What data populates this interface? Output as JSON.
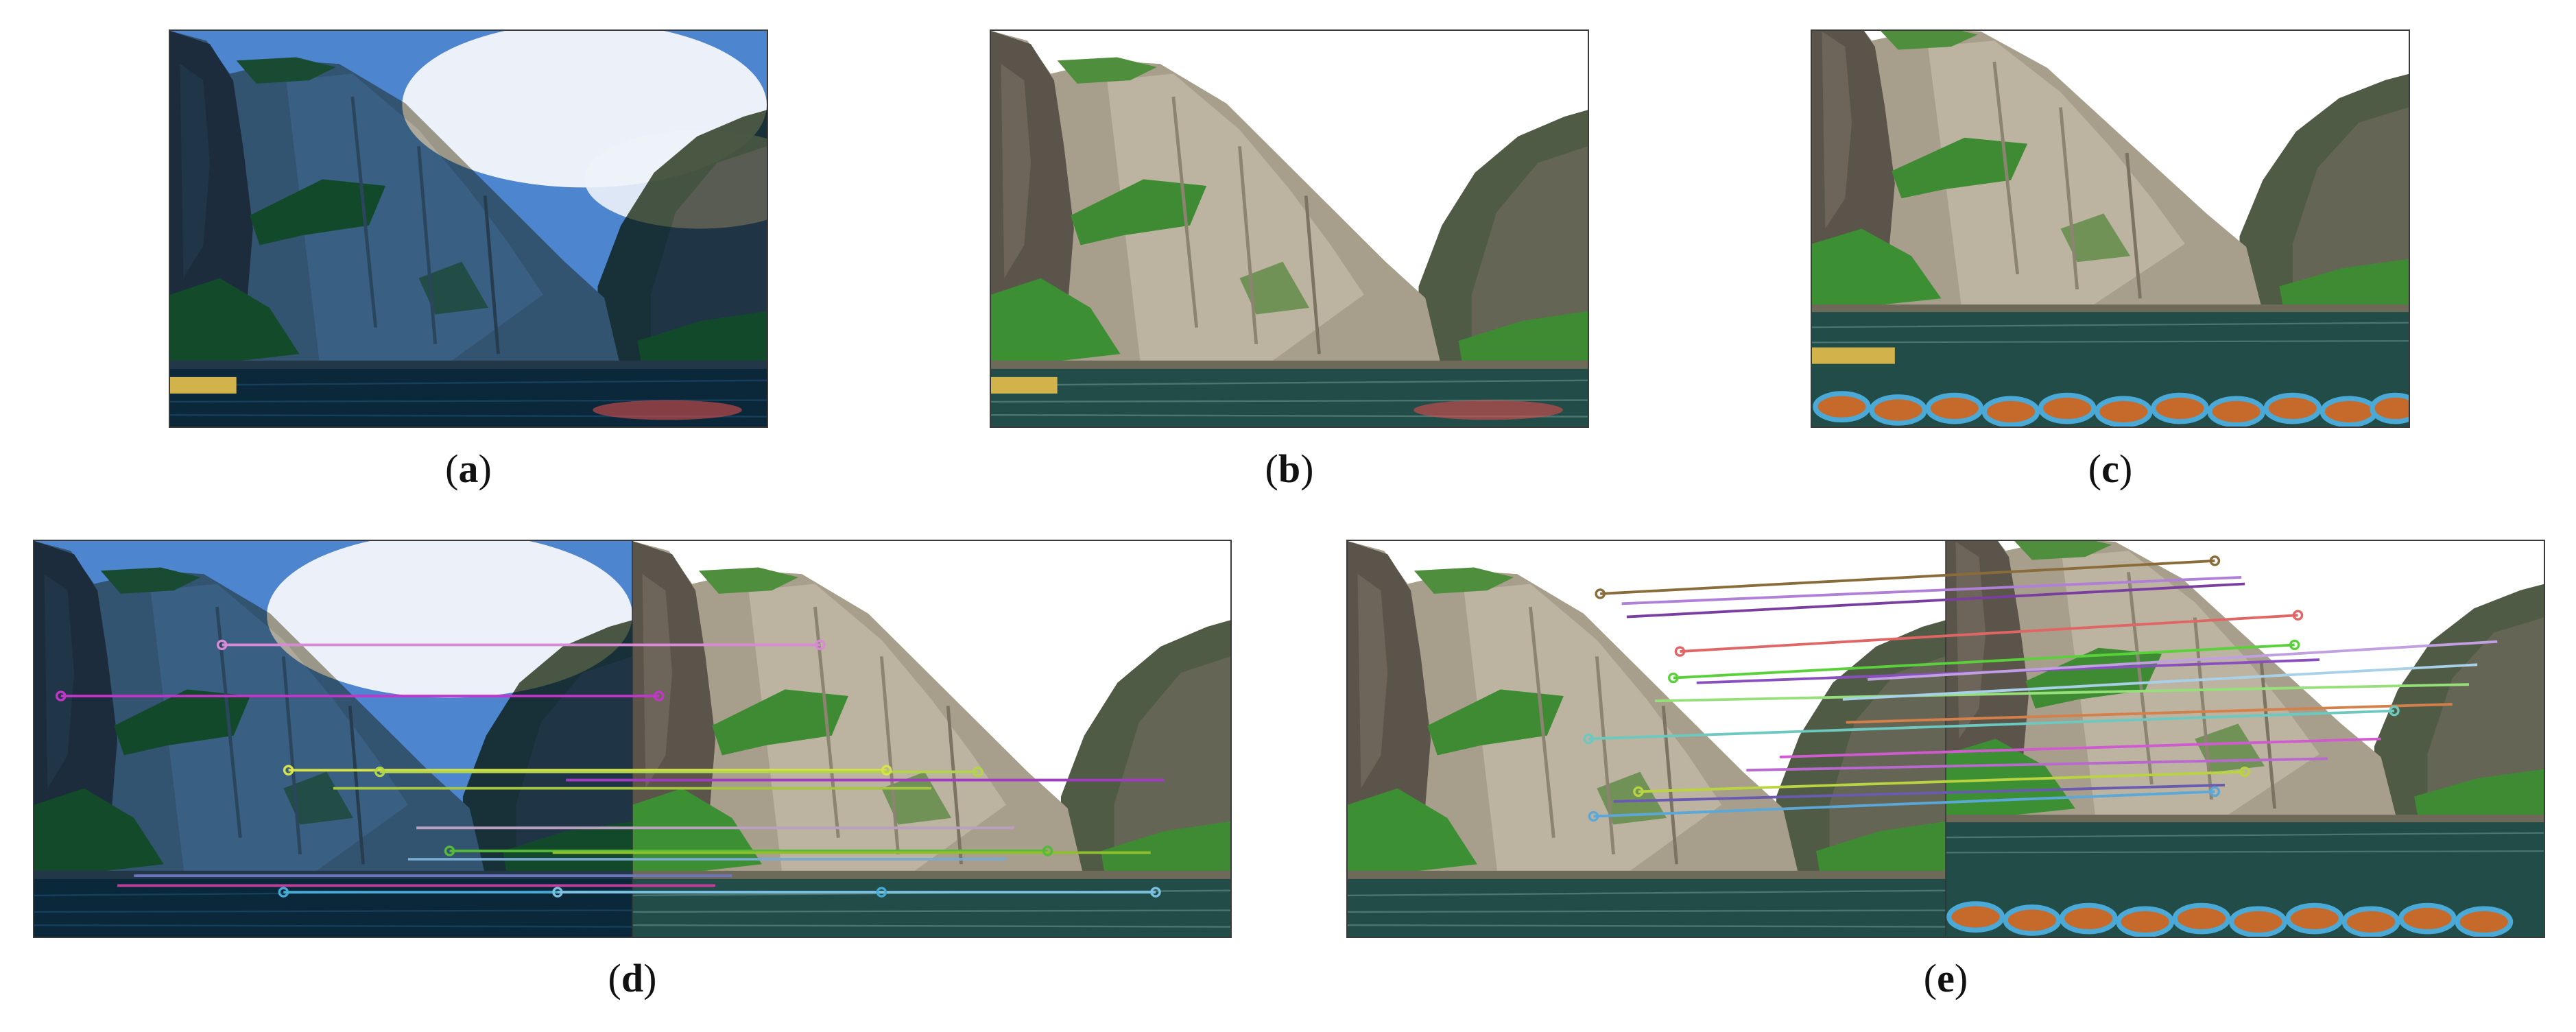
{
  "captions": {
    "a": "a",
    "b": "b",
    "c": "c",
    "d": "d",
    "e": "e"
  },
  "colors": {
    "sky_blue": "#4d86cf",
    "cloud": "#f3f6fb",
    "rock_light": "#b9b09c",
    "rock_dark": "#57534b",
    "vegetation": "#3f8b34",
    "water": "#1f4a45",
    "boat_blue": "#4aa9d6",
    "boat_orange": "#c66a2c"
  },
  "panels": {
    "a": {
      "content": "landscape-photo",
      "sky": "blue-with-clouds"
    },
    "b": {
      "content": "landscape-photo",
      "sky": "white"
    },
    "c": {
      "content": "landscape-photo",
      "sky": "white",
      "foreground": "boats"
    },
    "d": {
      "content": "feature-match-visualization",
      "pair": [
        "a",
        "b"
      ]
    },
    "e": {
      "content": "feature-match-visualization",
      "pair": [
        "b",
        "c"
      ]
    }
  }
}
